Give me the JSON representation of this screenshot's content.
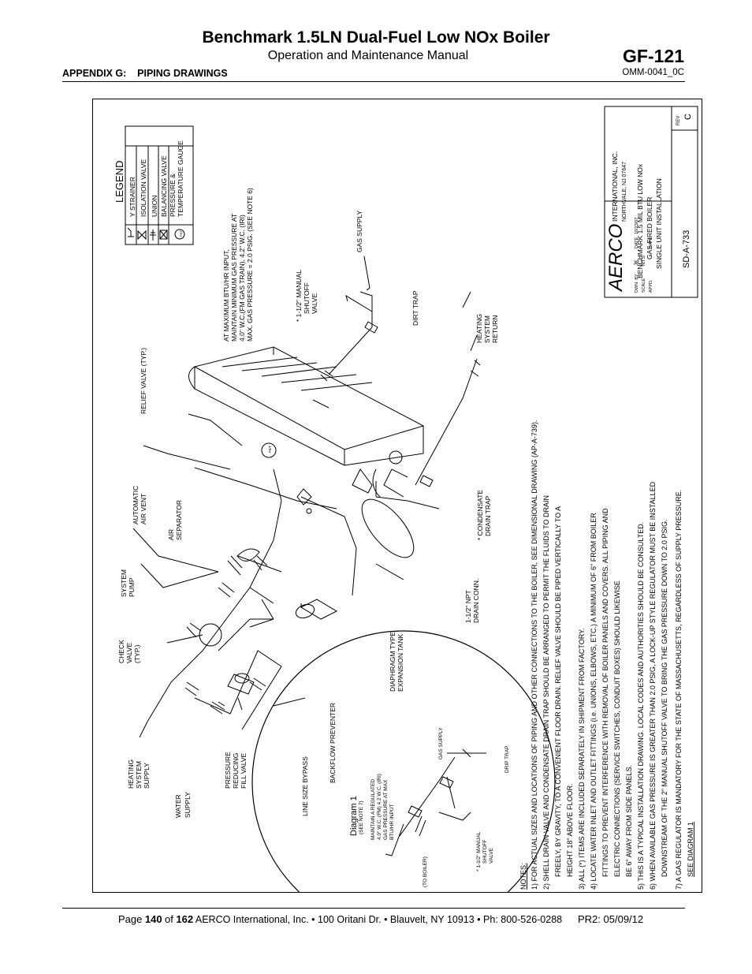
{
  "header": {
    "title": "Benchmark 1.5LN Dual-Fuel Low NOx Boiler",
    "subtitle": "Operation and Maintenance Manual",
    "doc_code": "GF-121",
    "section": "APPENDIX G:    PIPING DRAWINGS",
    "manual_number": "OMM-0041_0C"
  },
  "footer": {
    "page_word": "Page",
    "page_num": "140",
    "of_word": "of",
    "page_total": "162",
    "company": "AERCO International, Inc. • 100 Oritani Dr. •  Blauvelt, NY 10913 • Ph: 800-526-0288",
    "revision": "PR2: 05/09/12"
  },
  "legend": {
    "title": "LEGEND",
    "items": [
      "Y STRAINER",
      "ISOLATION VALVE",
      "UNION",
      "BALANCING VALVE",
      "PRESSURE &",
      "TEMPERATURE GAUGE"
    ],
    "ptg_symbol": "P&T"
  },
  "title_block": {
    "logo": "AERCO",
    "company_line1": "INTERNATIONAL, INC.",
    "company_line2": "NORTHVALE, NJ  07647",
    "desc_line1": "BENCHMARK 1.5 MIL BTU LOW NOx",
    "desc_line2": "GAS FIRED BOILER",
    "desc_line3": "SINGLE UNIT INSTALLATION",
    "dwn_by_label": "DWN. BY",
    "dwn_by": "JK",
    "scale_label": "SCALE",
    "scale": "NTS",
    "appd_label": "APPD.",
    "date_label": "DATE",
    "date": "10/23/07",
    "drawing_no": "SD-A-733",
    "rev_label": "REV",
    "rev": "C"
  },
  "labels": {
    "gas_note_1": "AT MAXIMUM BTU/HR INPUT,",
    "gas_note_2": "MAINTAIN MINIMUM GAS PRESSURE AT",
    "gas_note_3": "4.0\" W.C.(FM GAS TRAIN), 4.2\" W.C. (IRI)",
    "gas_note_4": "MAX. GAS PRESSURE = 2.0 PSIG. (SEE NOTE 6)",
    "gas_supply": "GAS SUPPLY",
    "shutoff_1": "* 1-1/2\" MANUAL",
    "shutoff_2": "SHUTOFF",
    "shutoff_3": "VALVE",
    "dirt_trap": "DIRT TRAP",
    "heating_return_1": "HEATING",
    "heating_return_2": "SYSTEM",
    "heating_return_3": "RETURN",
    "relief_valve": "RELIEF VALVE (TYP.)",
    "air_vent_1": "AUTOMATIC",
    "air_vent_2": "AIR VENT",
    "air_sep_1": "AIR",
    "air_sep_2": "SEPARATOR",
    "pump_1": "SYSTEM",
    "pump_2": "PUMP",
    "check_1": "CHECK",
    "check_2": "VALVE",
    "check_3": "(TYP.)",
    "heating_supply_1": "HEATING",
    "heating_supply_2": "SYSTEM",
    "heating_supply_3": "SUPPLY",
    "water_supply_1": "WATER",
    "water_supply_2": "SUPPLY",
    "prv_1": "PRESSURE",
    "prv_2": "REDUCING",
    "prv_3": "FILL VALVE",
    "bypass": "LINE SIZE BYPASS",
    "backflow": "BACKFLOW PREVENTER",
    "expansion_1": "DIAPHRAGM TYPE",
    "expansion_2": "EXPANSION TANK",
    "drain_conn_1": "1-1/2\" NPT",
    "drain_conn_2": "DRAIN CONN.",
    "condensate_1": "* CONDENSATE",
    "condensate_2": "DRAIN TRAP",
    "ptg": "P&T"
  },
  "diagram1": {
    "title": "Diagram 1",
    "see_note": "(SEE NOTE 7)",
    "maintain_1": "MAINTAIN A REGULATED",
    "maintain_2": "4.0\" W.C. (FM) 4.2 W.C. (IRI)",
    "maintain_3": "GAS PRESSURE AT MAX",
    "maintain_4": "BTU/HR INPUT",
    "gas_supply": "GAS SUPPLY",
    "drip_trap": "DRIP TRAP",
    "to_boiler": "(TO BOILER)",
    "shutoff_1": "* 1-1/2\" MANUAL",
    "shutoff_2": "SHUTOFF",
    "shutoff_3": "VALVE"
  },
  "notes": {
    "heading": "NOTES:",
    "lines": [
      "1) FOR ACTUAL SIZES AND LOCATIONS OF PIPING AND OTHER CONNECTIONS TO THE BOILER, SEE DIMENSIONAL DRAWING (AP-A-739).",
      "2) SHELL DRAIN VALVE AND CONDENSATE DRAIN TRAP SHOULD BE ARRANGED TO PERMIT THE FLUIDS TO DRAIN",
      "FREELY, BY GRAVITY, TO A CONVENIENT FLOOR DRAIN.  RELIEF VALVE SHOULD BE PIPED VERTICALLY TO A",
      "HEIGHT 18\" ABOVE FLOOR.",
      "3) ALL (*) ITEMS ARE INCLUDED SEPARATELY IN SHIPMENT FROM FACTORY.",
      "4) LOCATE WATER INLET AND OUTLET FITTINGS (i.e. UNIONS, ELBOWS, ETC.) A MINIMUM OF 6\" FROM BOILER",
      "FITTINGS TO PREVENT INTERFERENCE WITH REMOVAL OF BOILER PANELS AND COVERS.  ALL PIPING AND",
      "ELECTRIC CONNECTIONS (SERVICE SWITCHES, CONDUIT BOXES) SHOULD LIKEWISE",
      "BE 6\" AWAY FROM SIDE PANELS.",
      "5) THIS IS A TYPICAL INSTALLATION DRAWING.  LOCAL CODES AND AUTHORITIES SHOULD BE CONSULTED.",
      "6) WHEN AVAILABLE GAS PRESSURE IS GREATER THAN 2.0 PSIG, A LOCK-UP STYLE REGULATOR MUST BE INSTALLED",
      "DOWNSTREAM OF THE 2\" MANUAL SHUTOFF VALVE TO BRING THE GAS PRESSURE DOWN TO 2.0 PSIG.",
      "7) A GAS REGULATOR IS MANDATORY FOR THE STATE OF MASSACHUSETTS, REGARDLESS OF SUPPLY PRESSURE.",
      "SEE DIAGRAM 1"
    ]
  }
}
